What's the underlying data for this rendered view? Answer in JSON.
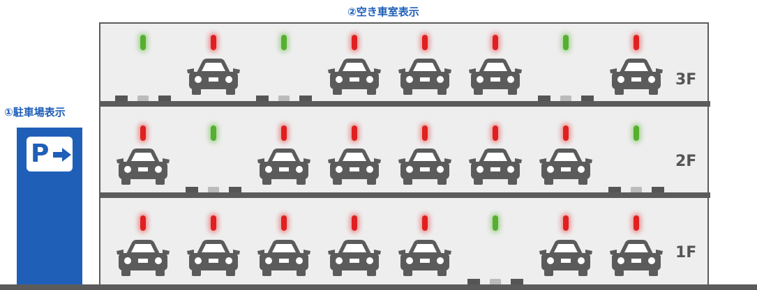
{
  "labels": {
    "top": "②空き車室表示",
    "left": "①駐車場表示",
    "sign_letter": "P"
  },
  "colors": {
    "blue": "#1f5fb8",
    "occupied_lamp": "#e02020",
    "vacant_lamp": "#55b030",
    "structure": "#5b5b5b",
    "car": "#5b5b5b"
  },
  "floors": [
    {
      "label": "3F",
      "slots": [
        "vacant",
        "occupied",
        "vacant",
        "occupied",
        "occupied",
        "occupied",
        "vacant",
        "occupied"
      ]
    },
    {
      "label": "2F",
      "slots": [
        "occupied",
        "vacant",
        "occupied",
        "occupied",
        "occupied",
        "occupied",
        "occupied",
        "vacant"
      ]
    },
    {
      "label": "1F",
      "slots": [
        "occupied",
        "occupied",
        "occupied",
        "occupied",
        "occupied",
        "vacant",
        "occupied",
        "occupied"
      ]
    }
  ]
}
